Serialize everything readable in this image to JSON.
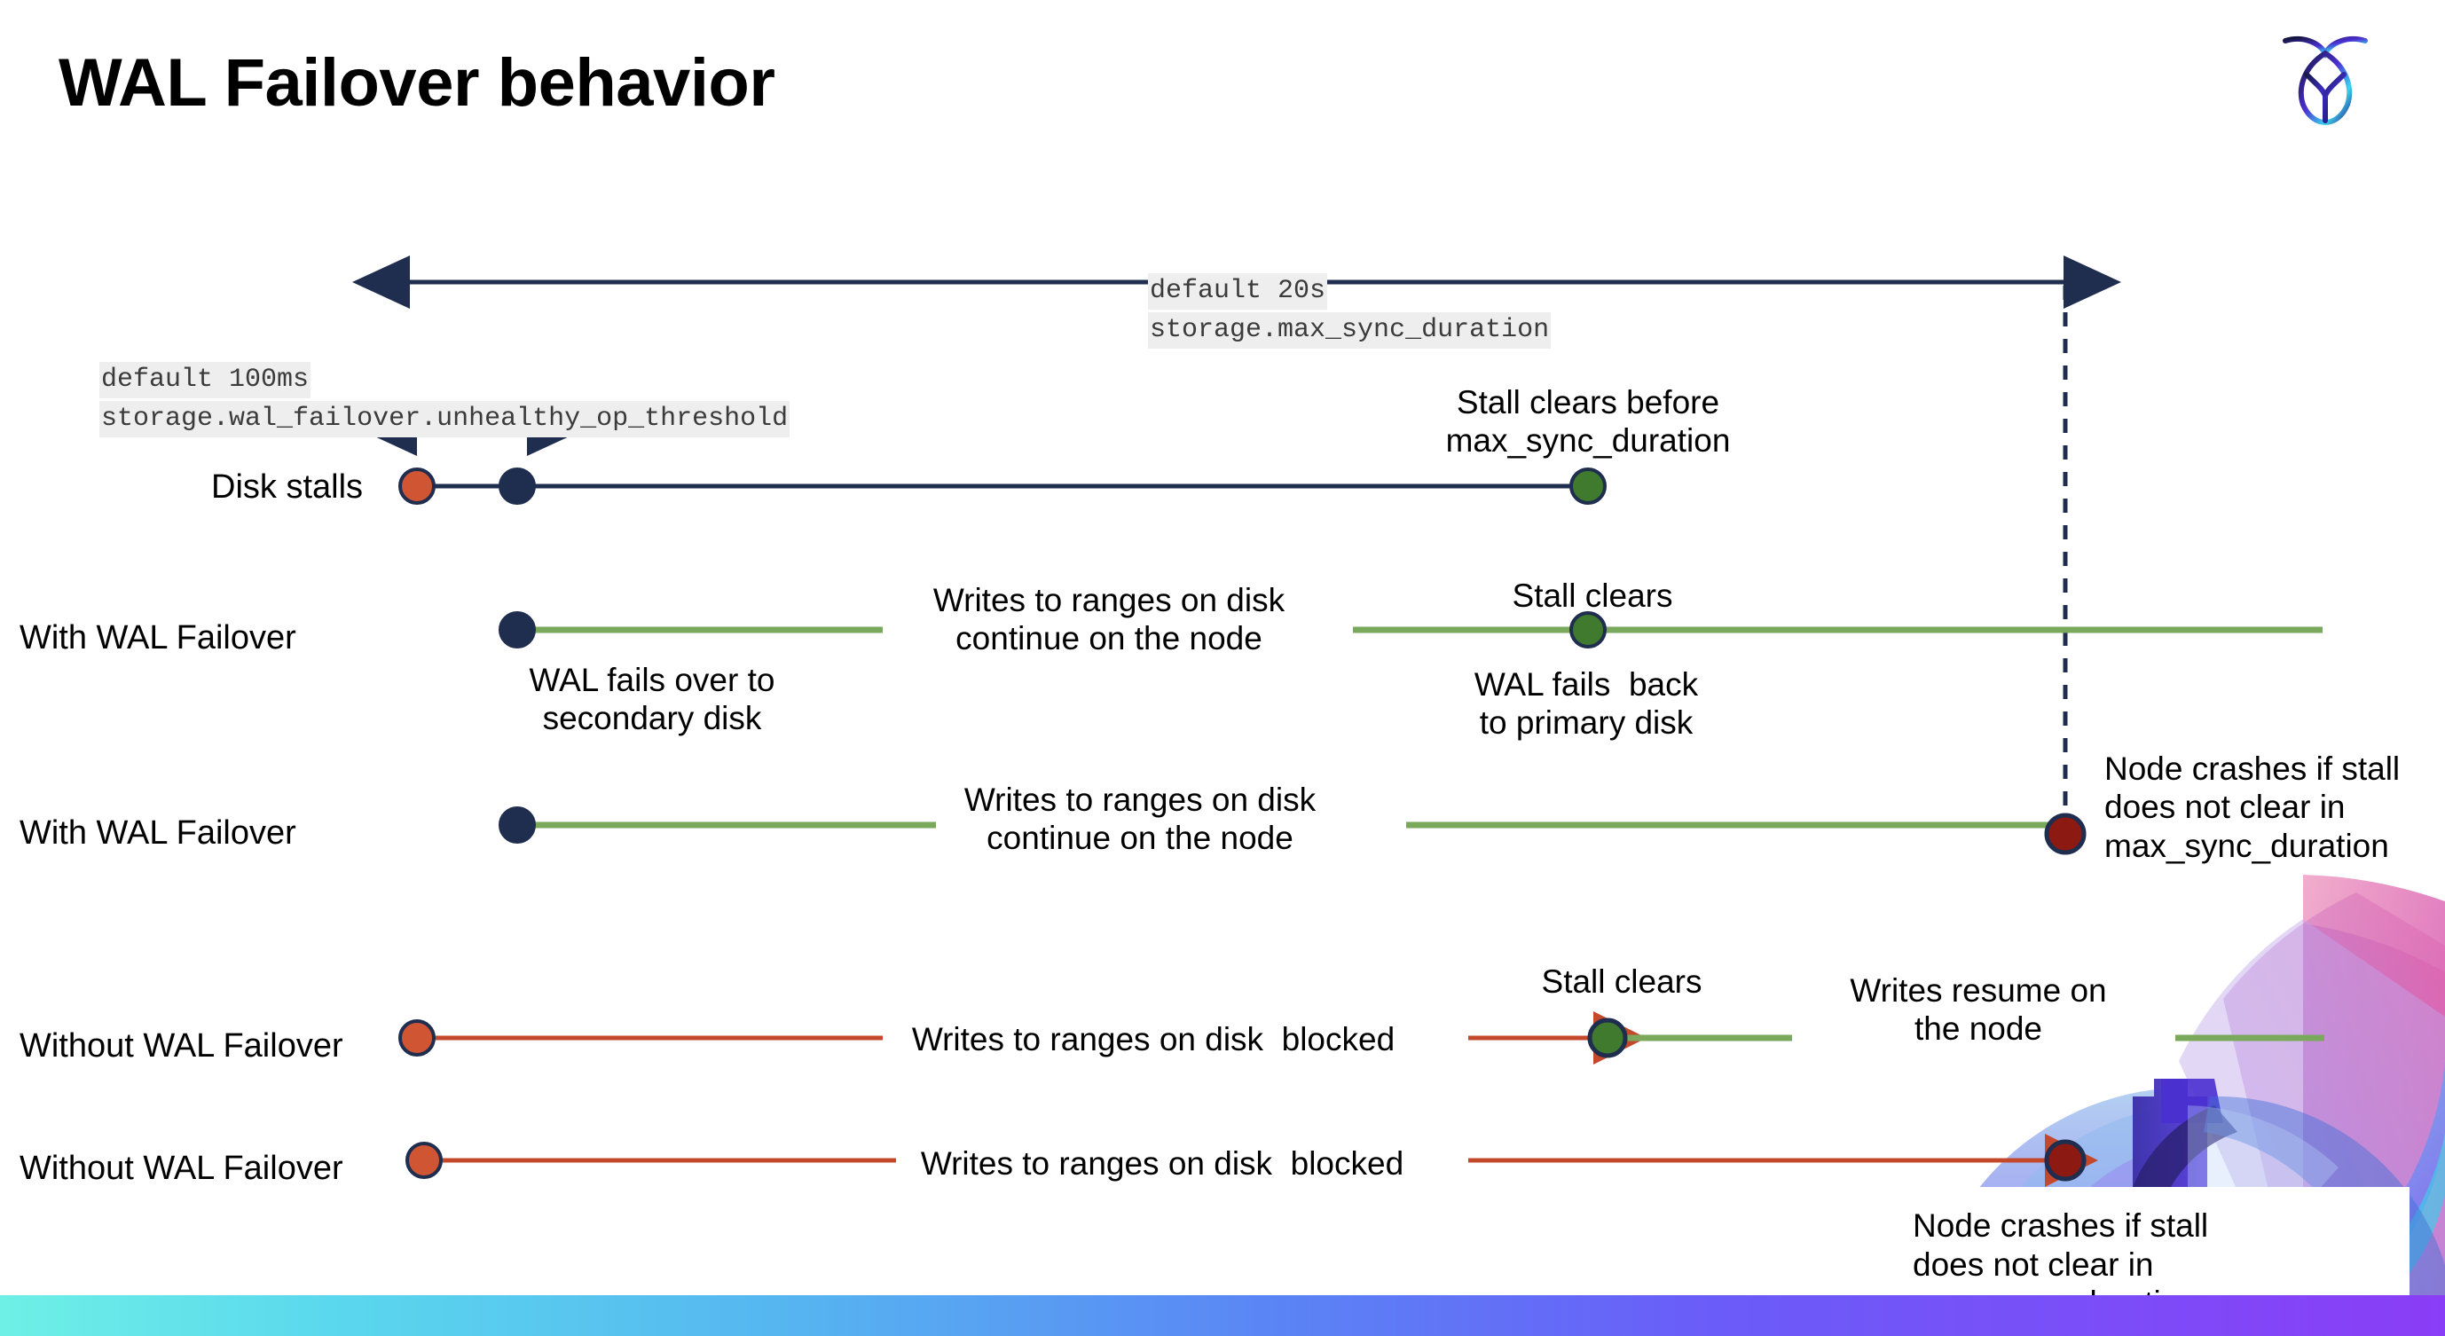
{
  "slide": {
    "title": "WAL Failover behavior",
    "logo_name": "cockroachdb-logo",
    "background": "#ffffff"
  },
  "colors": {
    "navy": "#1f2d4e",
    "green_line": "#7aa95c",
    "green_dot": "#3f7a2e",
    "orange": "#c4482a",
    "orange_dot": "#cf5533",
    "dark_red": "#8c1a12",
    "code_bg": "#eeeeee",
    "gradient_start": "#6ef0e6",
    "gradient_end": "#8a3df6"
  },
  "settings": [
    {
      "id": "max-sync-duration",
      "default_label": "default 20s",
      "setting_label": "storage.max_sync_duration",
      "arrow": "double-headed-long"
    },
    {
      "id": "unhealthy-op-threshold",
      "default_label": "default 100ms",
      "setting_label": "storage.wal_failover.unhealthy_op_threshold",
      "arrow": "double-headed-short"
    }
  ],
  "rows": [
    {
      "id": "disk-stalls",
      "label": "Disk stalls",
      "annotations": [
        {
          "id": "stall-clears-before",
          "text": "Stall clears before\nmax_sync_duration"
        }
      ],
      "markers": [
        {
          "id": "stall-start",
          "kind": "orange-dot"
        },
        {
          "id": "failover-trigger",
          "kind": "navy-dot"
        },
        {
          "id": "stall-clear",
          "kind": "green-dot"
        }
      ]
    },
    {
      "id": "with-wal-failover-1",
      "label": "With WAL Failover",
      "annotations": [
        {
          "id": "writes-continue",
          "text": "Writes to ranges on disk\ncontinue on the node"
        },
        {
          "id": "stall-clears",
          "text": "Stall clears"
        },
        {
          "id": "wal-fails-over",
          "text": "WAL fails over to\nsecondary disk"
        },
        {
          "id": "wal-fails-back",
          "text": "WAL fails  back\nto primary disk"
        }
      ],
      "markers": [
        {
          "id": "failover-start",
          "kind": "navy-dot"
        },
        {
          "id": "stall-clear",
          "kind": "green-dot"
        }
      ]
    },
    {
      "id": "with-wal-failover-2",
      "label": "With WAL Failover",
      "annotations": [
        {
          "id": "writes-continue",
          "text": "Writes to ranges on disk\ncontinue on the node"
        },
        {
          "id": "node-crashes",
          "text": "Node crashes if stall\ndoes not clear in\nmax_sync_duration"
        }
      ],
      "markers": [
        {
          "id": "failover-start",
          "kind": "navy-dot"
        },
        {
          "id": "node-crash",
          "kind": "dark-red-dot"
        }
      ]
    },
    {
      "id": "without-wal-failover-1",
      "label": "Without WAL Failover",
      "annotations": [
        {
          "id": "writes-blocked",
          "text": "Writes to ranges on disk  blocked"
        },
        {
          "id": "stall-clears",
          "text": "Stall clears"
        },
        {
          "id": "writes-resume",
          "text": "Writes resume on\nthe node"
        }
      ],
      "markers": [
        {
          "id": "stall-start",
          "kind": "orange-dot"
        },
        {
          "id": "stall-clear",
          "kind": "green-dot"
        }
      ]
    },
    {
      "id": "without-wal-failover-2",
      "label": "Without WAL Failover",
      "annotations": [
        {
          "id": "writes-blocked",
          "text": "Writes to ranges on disk  blocked"
        },
        {
          "id": "node-crashes",
          "text": "Node crashes if stall\ndoes not clear in\nmax_sync_duration"
        }
      ],
      "markers": [
        {
          "id": "stall-start",
          "kind": "orange-dot"
        },
        {
          "id": "node-crash",
          "kind": "dark-red-dot"
        }
      ]
    }
  ],
  "text": {
    "default_20s": "default 20s",
    "storage_max_sync_duration": "storage.max_sync_duration",
    "default_100ms": "default 100ms",
    "storage_unhealthy": "storage.wal_failover.unhealthy_op_threshold",
    "disk_stalls": "Disk stalls",
    "with_wal_failover_1": "With WAL Failover",
    "with_wal_failover_2": "With WAL Failover",
    "without_wal_failover_1": "Without WAL Failover",
    "without_wal_failover_2": "Without WAL Failover",
    "stall_clears_before": "Stall clears before\nmax_sync_duration",
    "writes_continue_1": "Writes to ranges on disk\ncontinue on the node",
    "writes_continue_2": "Writes to ranges on disk\ncontinue on the node",
    "stall_clears_a": "Stall clears",
    "stall_clears_b": "Stall clears",
    "wal_fails_over": "WAL fails over to\nsecondary disk",
    "wal_fails_back": "WAL fails  back\nto primary disk",
    "node_crashes_1": "Node crashes if stall\ndoes not clear in\nmax_sync_duration",
    "node_crashes_2": "Node crashes if stall\ndoes not clear in\nmax_sync_duration",
    "writes_blocked_1": "Writes to ranges on disk  blocked",
    "writes_blocked_2": "Writes to ranges on disk  blocked",
    "writes_resume": "Writes resume on\nthe node"
  }
}
